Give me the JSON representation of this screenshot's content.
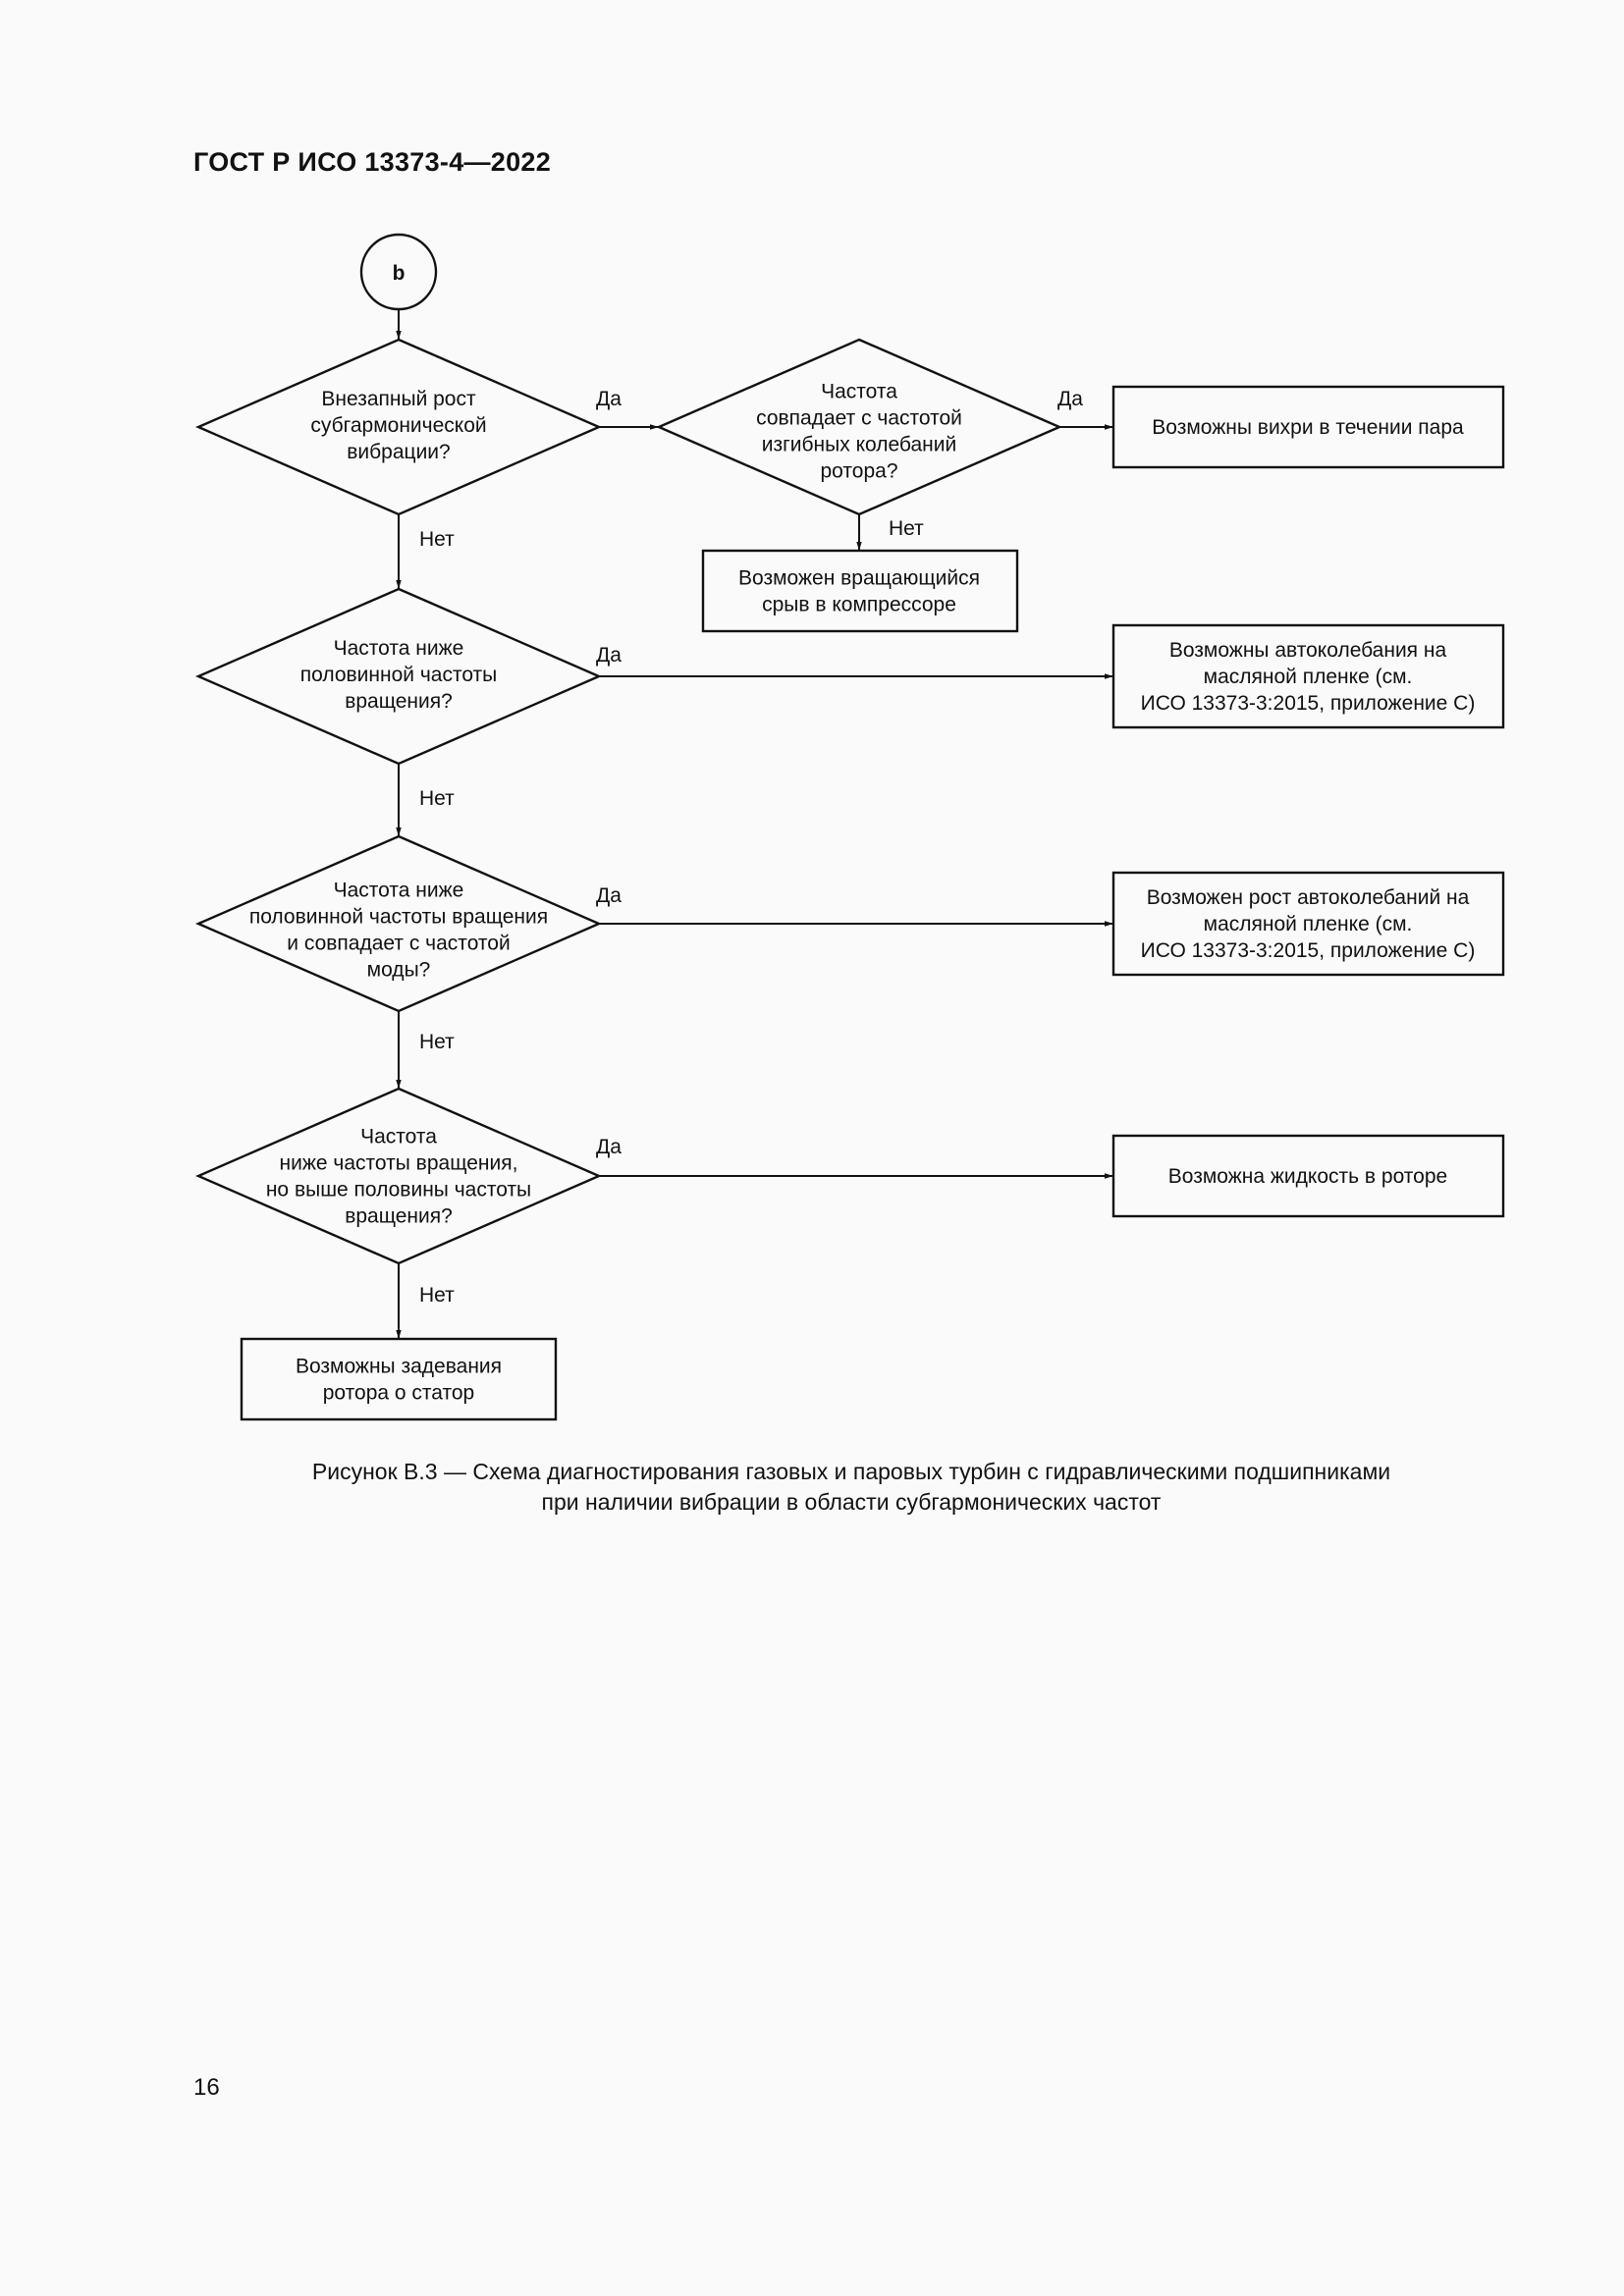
{
  "header": {
    "standard_id": "ГОСТ Р ИСО 13373-4—2022"
  },
  "flowchart": {
    "connector": "b",
    "decisions": [
      [
        "Внезапный рост",
        "субгармонической",
        "вибрации?"
      ],
      [
        "Частота",
        "совпадает с частотой",
        "изгибных колебаний",
        "ротора?"
      ],
      [
        "Частота ниже",
        "половинной частоты",
        "вращения?"
      ],
      [
        "Частота ниже",
        "половинной частоты вращения",
        "и совпадает с частотой",
        "моды?"
      ],
      [
        "Частота",
        "ниже частоты вращения,",
        "но выше половины частоты",
        "вращения?"
      ]
    ],
    "outcomes": [
      [
        "Возможны вихри в течении пара"
      ],
      [
        "Возможен вращающийся",
        "срыв в компрессоре"
      ],
      [
        "Возможны  автоколебания на",
        "масляной пленке (см.",
        "ИСО 13373-3:2015, приложение C)"
      ],
      [
        "Возможен рост автоколебаний на",
        "масляной пленке (см.",
        "ИСО 13373-3:2015, приложение C)"
      ],
      [
        "Возможна жидкость в роторе"
      ],
      [
        "Возможны задевания",
        "ротора о статор"
      ]
    ],
    "yes_label": "Да",
    "no_label": "Нет"
  },
  "caption": {
    "line1": "Рисунок B.3 — Схема диагностирования газовых и паровых турбин с гидравлическими подшипниками",
    "line2": "при наличии вибрации в области субгармонических частот"
  },
  "page_number": "16"
}
